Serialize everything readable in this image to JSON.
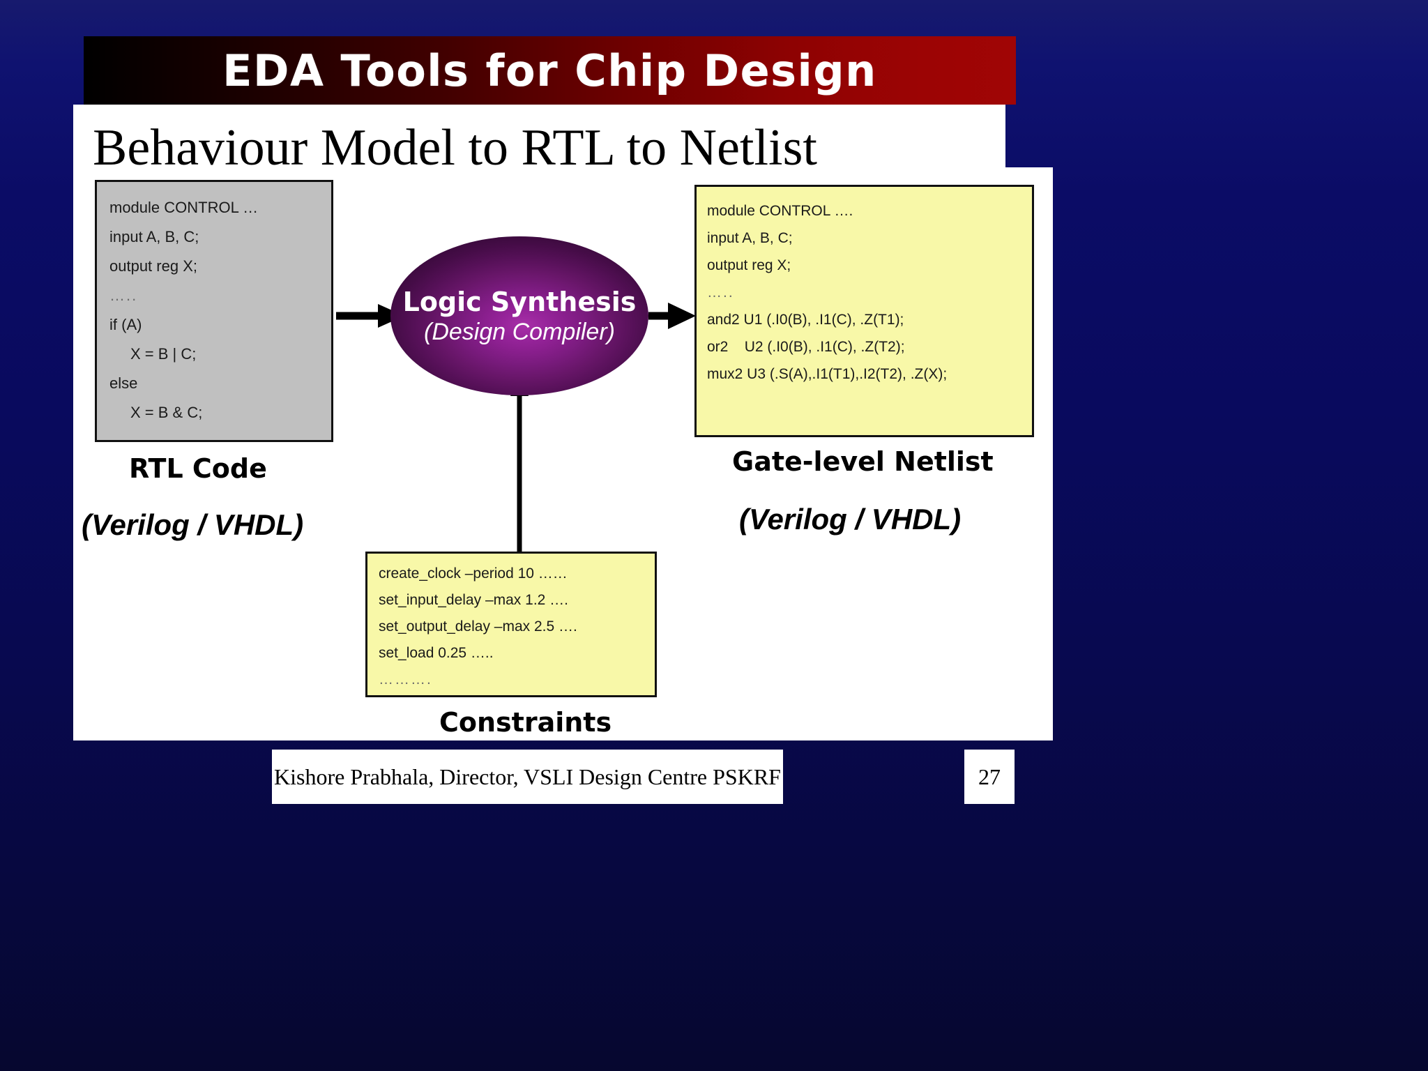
{
  "slide": {
    "banner_title": "EDA Tools for Chip Design",
    "heading": "Behaviour Model to RTL to Netlist",
    "colors": {
      "background_navy": "#0b0c66",
      "banner_gradient_from": "#000000",
      "banner_gradient_to": "#a00505",
      "rtl_box_fill": "#c0c0c0",
      "netlist_box_fill": "#f8f8a8",
      "constraints_box_fill": "#f8f8a8",
      "ellipse_fill": "#7a1b7e",
      "ellipse_highlight": "#a830a8",
      "panel_white": "#ffffff",
      "text_black": "#000000",
      "banner_text_white": "#ffffff"
    }
  },
  "diagram": {
    "rtl_box": {
      "lines": [
        "module CONTROL …",
        "input A, B, C;",
        "output reg X;",
        "…..",
        "if (A)",
        "X = B | C;",
        "else",
        "X = B & C;"
      ]
    },
    "netlist_box": {
      "lines": [
        "module CONTROL ….",
        "input A, B, C;",
        "output reg X;",
        "…..",
        "and2 U1 (.I0(B), .I1(C), .Z(T1);",
        "or2    U2 (.I0(B), .I1(C), .Z(T2);",
        "mux2 U3 (.S(A),.I1(T1),.I2(T2), .Z(X);"
      ]
    },
    "constraints_box": {
      "lines": [
        "create_clock –period 10 ……",
        "set_input_delay –max 1.2 ….",
        "set_output_delay –max 2.5 ….",
        "set_load 0.25 …..",
        "………."
      ]
    },
    "ellipse": {
      "title": "Logic Synthesis",
      "subtitle": "(Design Compiler)"
    },
    "captions": {
      "rtl": "RTL Code",
      "rtl_lang": "(Verilog / VHDL)",
      "netlist": "Gate-level Netlist",
      "netlist_lang": "(Verilog / VHDL)",
      "constraints": "Constraints"
    }
  },
  "footer": {
    "text": "Kishore Prabhala, Director, VSLI Design Centre PSKRF",
    "page_number": "27"
  }
}
